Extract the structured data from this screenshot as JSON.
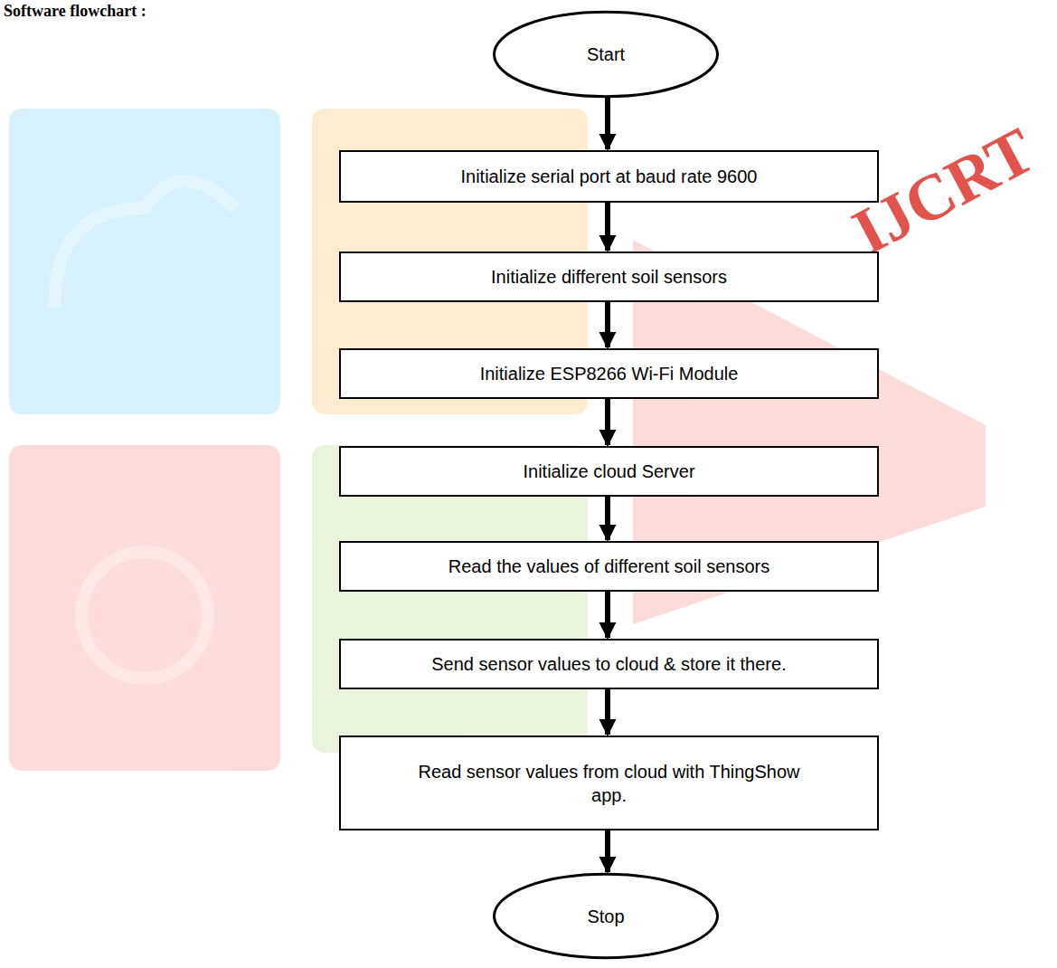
{
  "diagram": {
    "title": "Software flowchart :",
    "nodes": [
      {
        "text": [
          "Start"
        ]
      },
      {
        "text": [
          "Initialize serial port at baud rate 9600"
        ]
      },
      {
        "text": [
          "Initialize different soil sensors"
        ]
      },
      {
        "text": [
          "Initialize ESP8266 Wi-Fi Module"
        ]
      },
      {
        "text": [
          "Initialize cloud Server"
        ]
      },
      {
        "text": [
          "Read the values of different soil sensors"
        ]
      },
      {
        "text": [
          "Send sensor values to cloud & store it there."
        ]
      },
      {
        "text": [
          "Read sensor values from cloud with ThingShow app."
        ]
      },
      {
        "text": [
          "Stop"
        ]
      }
    ],
    "edges": [
      {
        "from": 0,
        "to": 1,
        "arrow": "to"
      },
      {
        "from": 1,
        "to": 2,
        "arrow": "to"
      },
      {
        "from": 2,
        "to": 3,
        "arrow": "to"
      },
      {
        "from": 3,
        "to": 4,
        "arrow": "to"
      },
      {
        "from": 4,
        "to": 5,
        "arrow": "to"
      },
      {
        "from": 5,
        "to": 6,
        "arrow": "to"
      },
      {
        "from": 6,
        "to": 7,
        "arrow": "to"
      },
      {
        "from": 7,
        "to": 8,
        "arrow": "to"
      }
    ],
    "labels": [
      "IJCRT"
    ]
  }
}
